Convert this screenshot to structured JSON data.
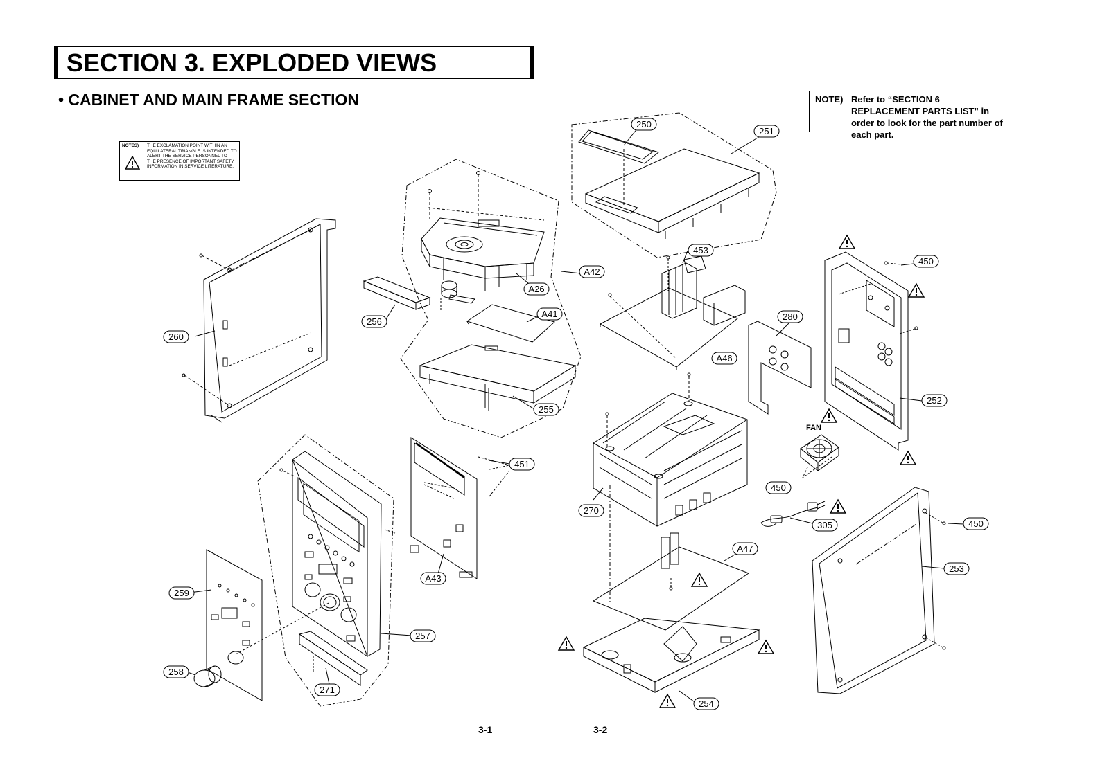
{
  "header": {
    "title": "SECTION 3. EXPLODED VIEWS",
    "subtitle": "• CABINET AND MAIN FRAME SECTION"
  },
  "note": {
    "key": "NOTE)",
    "text": "Refer to “SECTION 6 REPLACEMENT PARTS LIST” in order to look for the part number of each part."
  },
  "notes_box": {
    "key": "NOTES)",
    "text": "THE EXCLAMATION POINT WITHIN AN EQUILATERAL TRIANGLE IS INTENDED TO ALERT THE SERVICE PERSONNEL TO THE PRESENCE OF IMPORTANT SAFETY INFORMATION IN SERVICE LITERATURE."
  },
  "fan_label": "FAN",
  "callouts": {
    "c250": "250",
    "c251": "251",
    "c453": "453",
    "c450a": "450",
    "c280": "280",
    "c252": "252",
    "c450b": "450",
    "c450c": "450",
    "c253": "253",
    "c305": "305",
    "c254": "254",
    "c270": "270",
    "c A46": "",
    "cA46": "A46",
    "cA47": "A47",
    "cA42": "A42",
    "cA26": "A26",
    "cA41": "A41",
    "c256": "256",
    "c255": "255",
    "c260": "260",
    "c451": "451",
    "cA43": "A43",
    "c259": "259",
    "c257": "257",
    "c258": "258",
    "c271": "271"
  },
  "pages": {
    "left": "3-1",
    "right": "3-2"
  },
  "colors": {
    "ink": "#000000",
    "paper": "#ffffff"
  }
}
